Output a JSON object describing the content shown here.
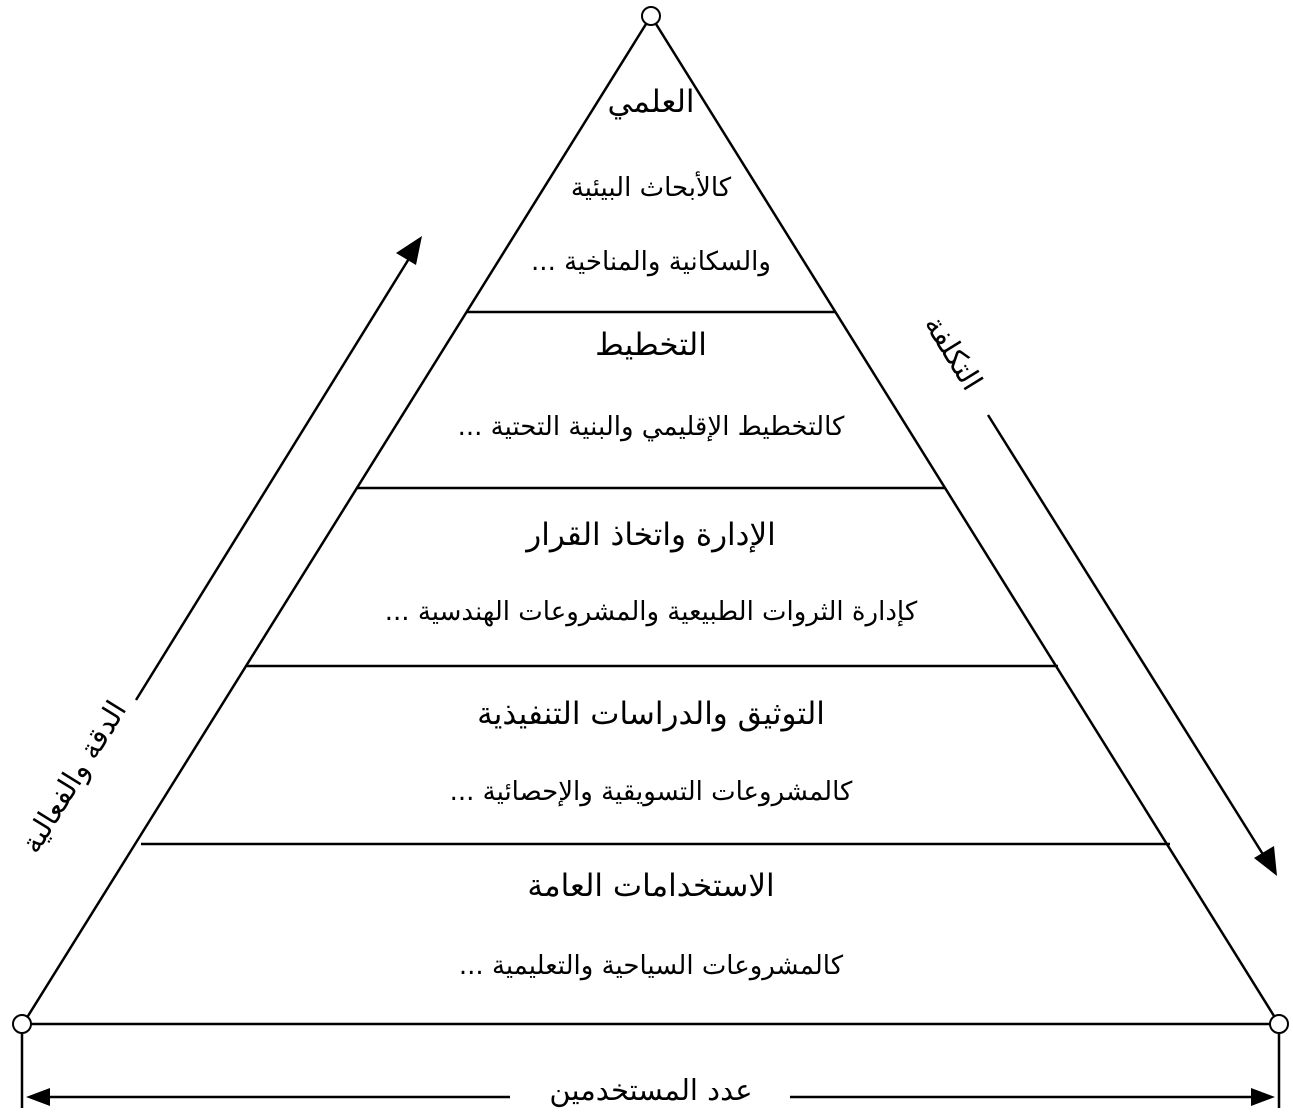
{
  "levels": [
    {
      "title": "العلمي",
      "examples": [
        "كالأبحاث البيئية",
        "والسكانية والمناخية ..."
      ]
    },
    {
      "title": "التخطيط",
      "examples": [
        "كالتخطيط الإقليمي والبنية التحتية ..."
      ]
    },
    {
      "title": "الإدارة واتخاذ القرار",
      "examples": [
        "كإدارة الثروات الطبيعية والمشروعات الهندسية ..."
      ]
    },
    {
      "title": "التوثيق والدراسات التنفيذية",
      "examples": [
        "كالمشروعات التسويقية والإحصائية ..."
      ]
    },
    {
      "title": "الاستخدامات العامة",
      "examples": [
        "كالمشروعات السياحية والتعليمية ..."
      ]
    }
  ],
  "axes": {
    "left_label": "الدقة والفعالية",
    "right_label": "التكلفة",
    "bottom_label": "عدد المستخدمين"
  }
}
